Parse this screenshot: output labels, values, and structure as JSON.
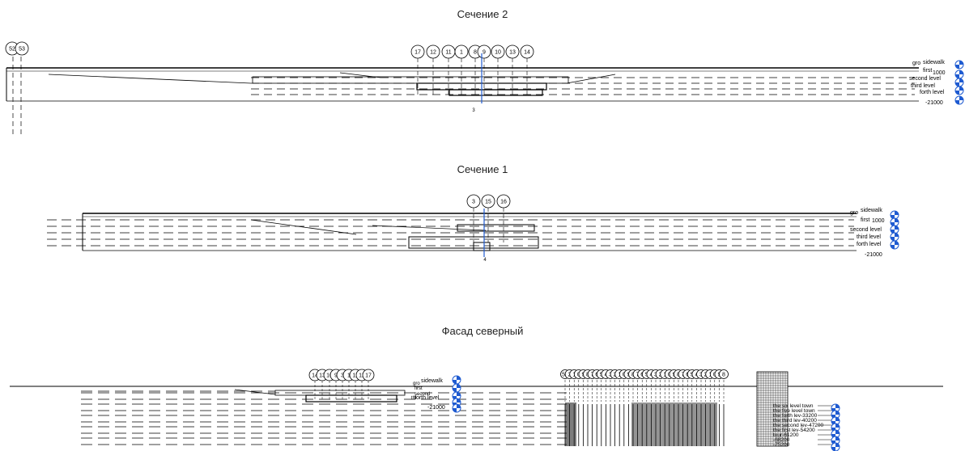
{
  "views": [
    {
      "title": "Сечение 2",
      "left_grid": [
        "52",
        "53"
      ],
      "grid": [
        "17",
        "12",
        "11",
        "1",
        "8",
        "9",
        "10",
        "13",
        "14"
      ],
      "section_mark": "3",
      "levels": [
        "ground",
        "sidewalk",
        "first",
        "1000",
        "second level",
        "third level",
        "forth level",
        "-21000"
      ]
    },
    {
      "title": "Сечение 1",
      "grid": [
        "3",
        "15",
        "16"
      ],
      "section_mark": "4",
      "levels": [
        "ground",
        "sidewalk",
        "first",
        "1000",
        "second level",
        "third level",
        "forth level",
        "-21000"
      ]
    },
    {
      "title": "Фасад северный",
      "grid_left": [
        "14",
        "13",
        "10",
        "9",
        "3",
        "1",
        "11",
        "12",
        "17"
      ],
      "grid_right": [
        "53",
        "2",
        "1",
        "0",
        "9",
        "8",
        "7",
        "6",
        "5",
        "4",
        "3",
        "2",
        "1",
        "0",
        "9",
        "8",
        "7",
        "6",
        "5",
        "4",
        "3",
        "2",
        "1",
        "0",
        "9",
        "8",
        "7",
        "6",
        "5",
        "4",
        "3",
        "2",
        "1",
        "0",
        "9",
        "8"
      ],
      "levels_left": [
        "ground",
        "sidewalk",
        "first",
        "second",
        "third level",
        "forth level",
        "-21000"
      ],
      "levels_right": [
        "the six level town",
        "the five level town",
        "the forth lev-33200",
        "the third lev-40200",
        "the second lev-47200",
        "the first lev-54200",
        "tour-61200",
        "-68200",
        "-75200"
      ]
    }
  ]
}
